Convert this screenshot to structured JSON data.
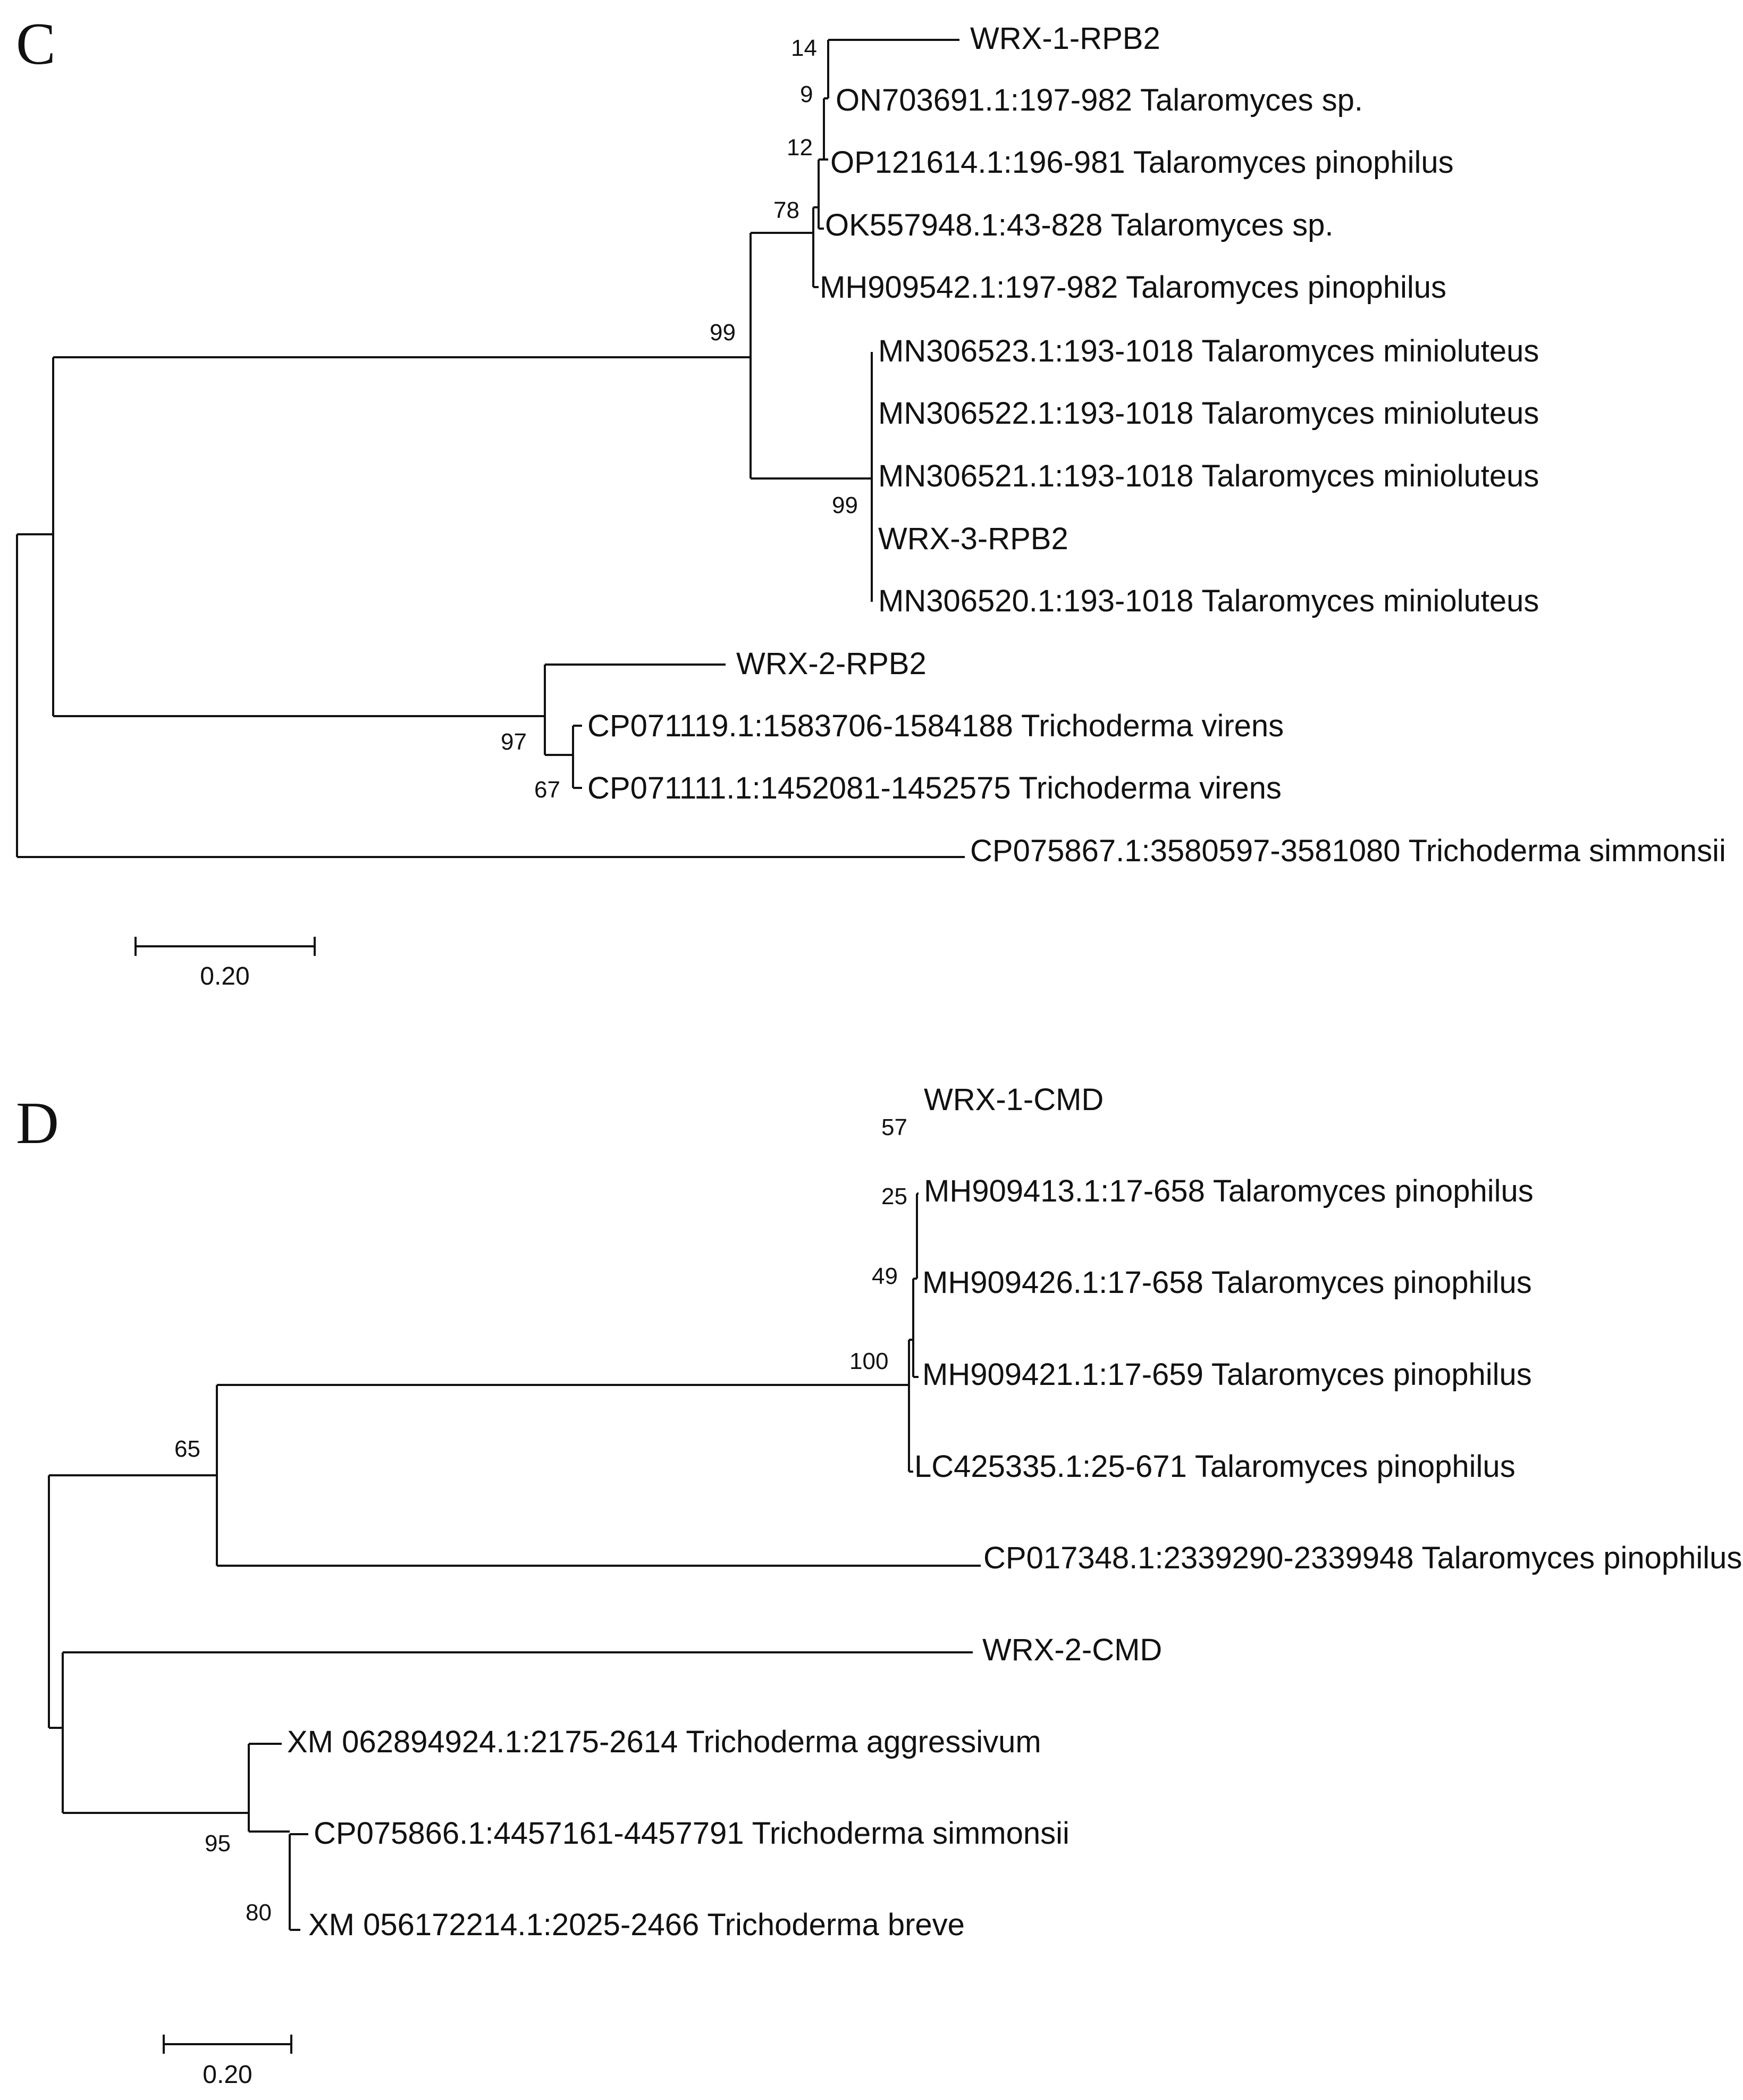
{
  "panels": [
    {
      "letter": "C",
      "scale_label": "0.20",
      "taxa": [
        "WRX-1-RPB2",
        "ON703691.1:197-982 Talaromyces sp.",
        "OP121614.1:196-981 Talaromyces pinophilus",
        "OK557948.1:43-828 Talaromyces sp.",
        "MH909542.1:197-982 Talaromyces pinophilus",
        "MN306523.1:193-1018 Talaromyces minioluteus",
        "MN306522.1:193-1018 Talaromyces minioluteus",
        "MN306521.1:193-1018 Talaromyces minioluteus",
        "WRX-3-RPB2",
        "MN306520.1:193-1018 Talaromyces minioluteus",
        "WRX-2-RPB2",
        "CP071119.1:1583706-1584188 Trichoderma virens",
        "CP071111.1:1452081-1452575 Trichoderma virens",
        "CP075867.1:3580597-3581080 Trichoderma simmonsii"
      ],
      "bootstraps": [
        "14",
        "9",
        "12",
        "78",
        "99",
        "99",
        "97",
        "67"
      ]
    },
    {
      "letter": "D",
      "scale_label": "0.20",
      "taxa": [
        "WRX-1-CMD",
        "MH909413.1:17-658 Talaromyces pinophilus",
        "MH909426.1:17-658 Talaromyces pinophilus",
        "MH909421.1:17-659 Talaromyces pinophilus",
        "LC425335.1:25-671 Talaromyces pinophilus",
        "CP017348.1:2339290-2339948 Talaromyces pinophilus",
        "WRX-2-CMD",
        "XM 062894924.1:2175-2614 Trichoderma aggressivum",
        "CP075866.1:4457161-4457791 Trichoderma simmonsii",
        "XM 056172214.1:2025-2466 Trichoderma breve"
      ],
      "bootstraps": [
        "57",
        "25",
        "49",
        "100",
        "65",
        "95",
        "80"
      ]
    }
  ]
}
